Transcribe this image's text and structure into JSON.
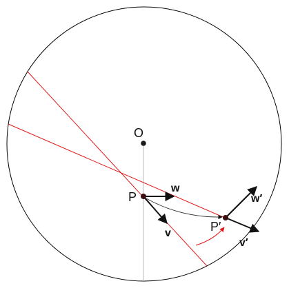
{
  "labels": {
    "origin": "O",
    "point": "P",
    "point_image": "P′",
    "vector_w": "w",
    "vector_v": "v",
    "vector_w_image": "w′",
    "vector_v_image": "v′"
  },
  "colors": {
    "circle": "#000000",
    "red_lines": "#e01818",
    "axis": "#b8b8b8",
    "arrows": "#111111",
    "point_fill": "#1a1a1a"
  }
}
